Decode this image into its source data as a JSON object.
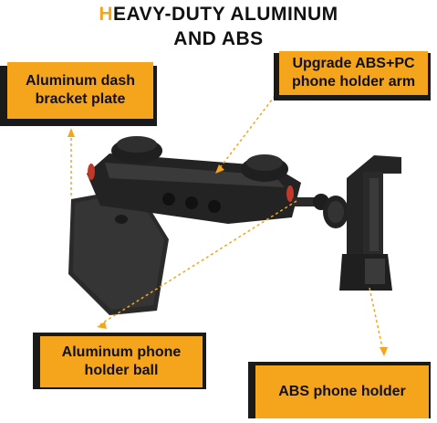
{
  "title": {
    "accent_letter": "H",
    "line1_rest": "EAVY-DUTY ALUMINUM",
    "line2": "AND ABS"
  },
  "labels": {
    "dash_bracket": "Aluminum dash\nbracket plate",
    "holder_arm": "Upgrade ABS+PC\nphone holder arm",
    "holder_ball": "Aluminum phone\nholder ball",
    "phone_holder": "ABS phone holder"
  },
  "colors": {
    "accent": "#f5a51c",
    "dark": "#1a1a1a",
    "product": "#2b2b2b"
  }
}
